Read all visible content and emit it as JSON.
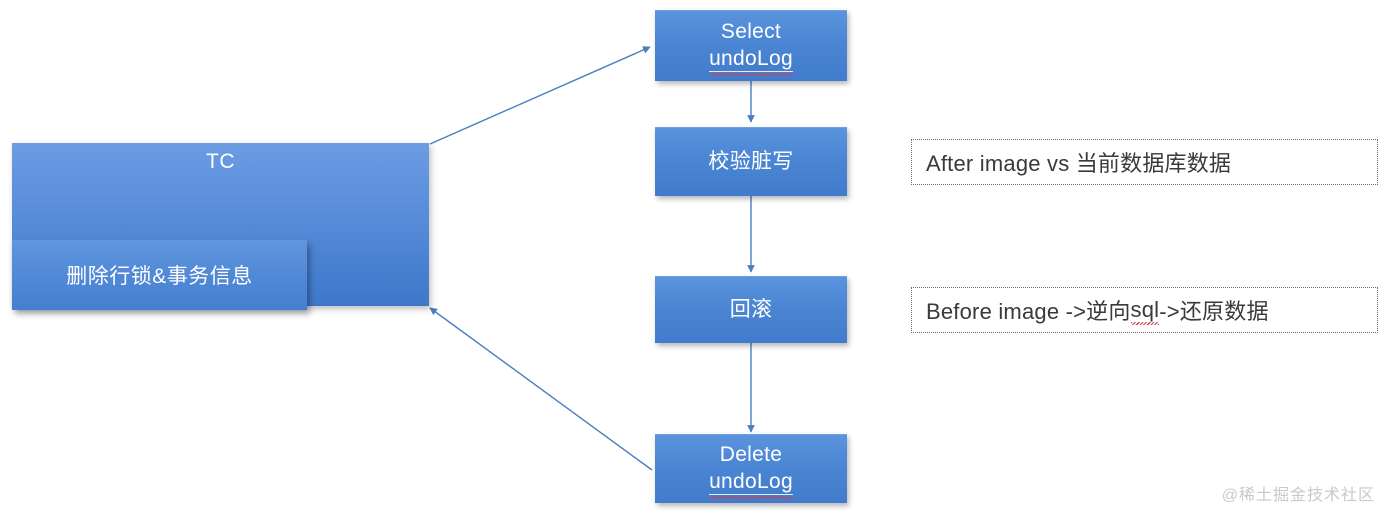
{
  "diagram": {
    "title": "Seata AT rollback flow",
    "colors": {
      "box_blue_light": "#6c9ce2",
      "box_blue_dark": "#3f78c9",
      "box_text": "#ffffff",
      "connector": "#4a7fbf",
      "note_border": "#6b6b6b",
      "note_text": "#3a3a3a",
      "spellcheck_underline": "#d4424a",
      "watermark": "#c9c9c9",
      "background": "#ffffff"
    }
  },
  "tc": {
    "title": "TC",
    "inner_label": "删除行锁&事务信息"
  },
  "flow": {
    "steps": [
      {
        "id": "select-undolog",
        "line1": "Select",
        "line2": "undoLog",
        "misspelled": "undoLog"
      },
      {
        "id": "verify-dirty-write",
        "line1": "校验脏写",
        "line2": "",
        "misspelled": ""
      },
      {
        "id": "rollback",
        "line1": "回滚",
        "line2": "",
        "misspelled": ""
      },
      {
        "id": "delete-undolog",
        "line1": "Delete",
        "line2": "undoLog",
        "misspelled": "undoLog"
      }
    ]
  },
  "notes": [
    {
      "id": "note-after-image",
      "prefix": "After image vs 当前数据库数据",
      "misspelled": "",
      "suffix": ""
    },
    {
      "id": "note-before-image",
      "prefix": "Before image ->逆向",
      "misspelled": "sql",
      "suffix": "->还原数据"
    }
  ],
  "watermark": {
    "text": "@稀土掘金技术社区"
  }
}
